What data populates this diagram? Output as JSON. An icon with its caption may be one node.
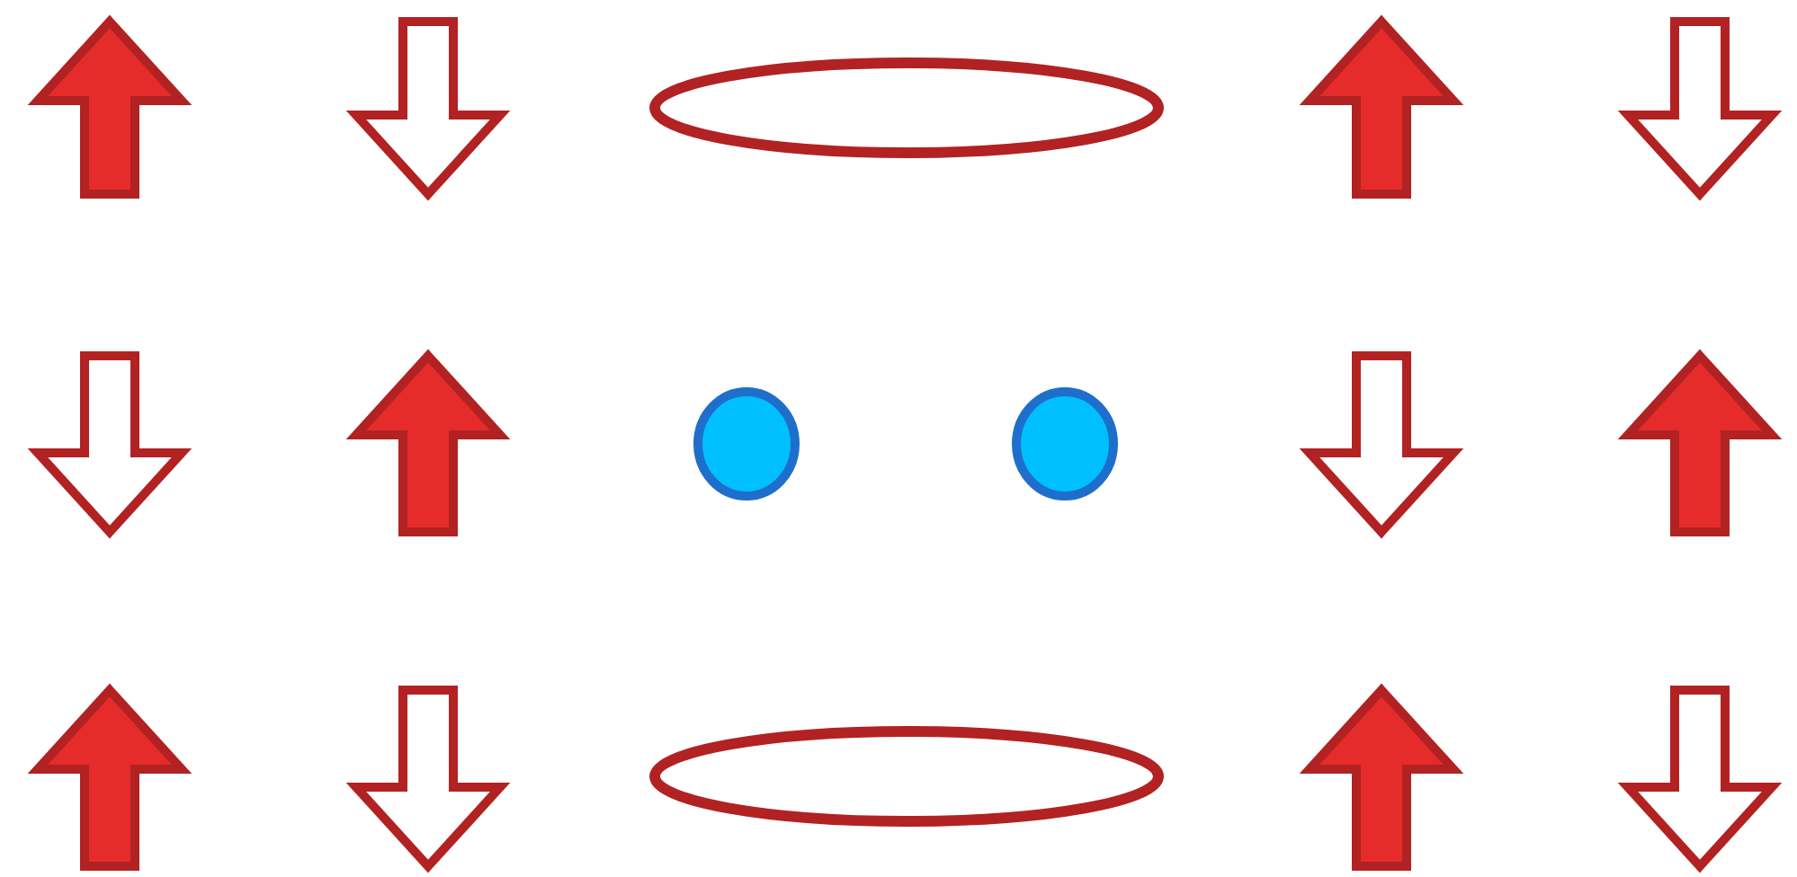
{
  "diagram": {
    "nodes": [
      {
        "text": [],
        "shape": "ellipse"
      },
      {
        "text": [],
        "shape": "circle"
      },
      {
        "text": [],
        "shape": "circle"
      },
      {
        "text": [],
        "shape": "ellipse"
      }
    ]
  }
}
